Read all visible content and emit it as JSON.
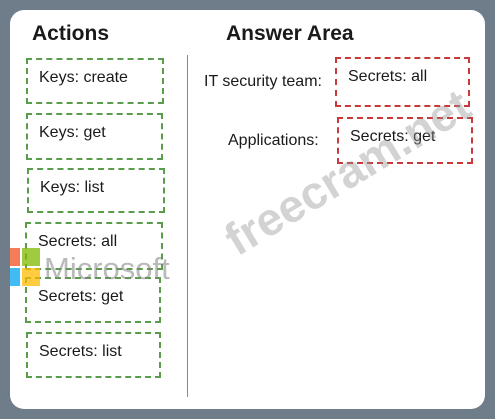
{
  "actions": {
    "title": "Actions",
    "items": [
      "Keys: create",
      "Keys: get",
      "Keys: list",
      "Secrets: all",
      "Secrets: get",
      "Secrets: list"
    ]
  },
  "answer_area": {
    "title": "Answer Area",
    "rows": [
      {
        "label": "IT security team:",
        "value": "Secrets: all"
      },
      {
        "label": "Applications:",
        "value": "Secrets: get"
      }
    ]
  },
  "watermark": {
    "site": "freecram.net",
    "brand": "Microsoft"
  },
  "colors": {
    "frame": "#6f7d8b",
    "action_border": "#5a9c4a",
    "answer_border": "#c73a3a",
    "ms_red": "#f25022",
    "ms_green": "#7fba00",
    "ms_blue": "#00a4ef",
    "ms_yellow": "#ffb900"
  }
}
